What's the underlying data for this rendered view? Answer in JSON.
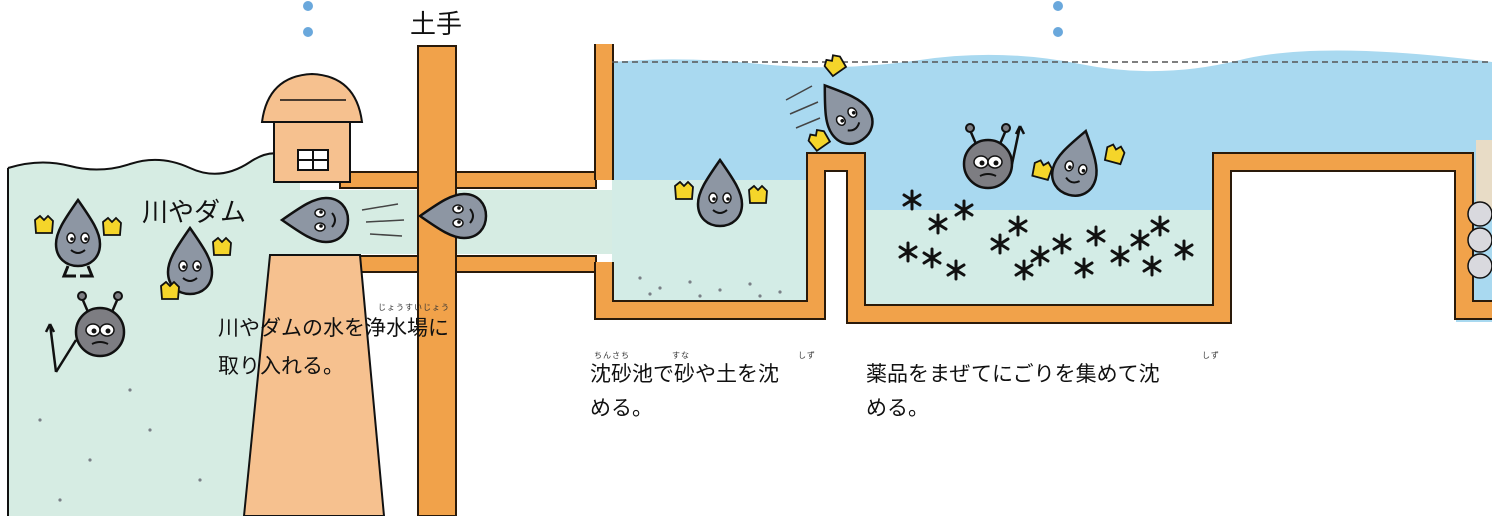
{
  "labels": {
    "embankment": "土手",
    "river_dam": "川やダム"
  },
  "captions": {
    "intake": {
      "line1": "川やダムの水を浄水場に",
      "line2": "取り入れる。"
    },
    "sand_basin": {
      "line1": "沈砂池で砂や土を沈",
      "line2": "める。"
    },
    "flocculation": {
      "line1": "薬品をまぜてにごりを集めて沈",
      "line2": "める。"
    }
  },
  "furigana": {
    "josuijo": "じょうすいじょう",
    "chinsachi": "ちんさち",
    "suna": "すな",
    "shizu_1": "しず",
    "shizu_2": "しず"
  },
  "colors": {
    "pipe": "#f1a24a",
    "pipe_outline": "#2a1a0a",
    "river_water": "#d6ece3",
    "tank_water": "#a9d9f0",
    "sediment_water": "#d3ece6",
    "tower": "#f6c18f",
    "droplet": "#8d96a3",
    "germ": "#7d7d82",
    "hands": "#f5d52a",
    "marker": "#6aa8dc"
  },
  "icons": [
    "water-droplet-character",
    "germ-character",
    "floc-asterisk",
    "intake-tower",
    "gravel-filter"
  ]
}
